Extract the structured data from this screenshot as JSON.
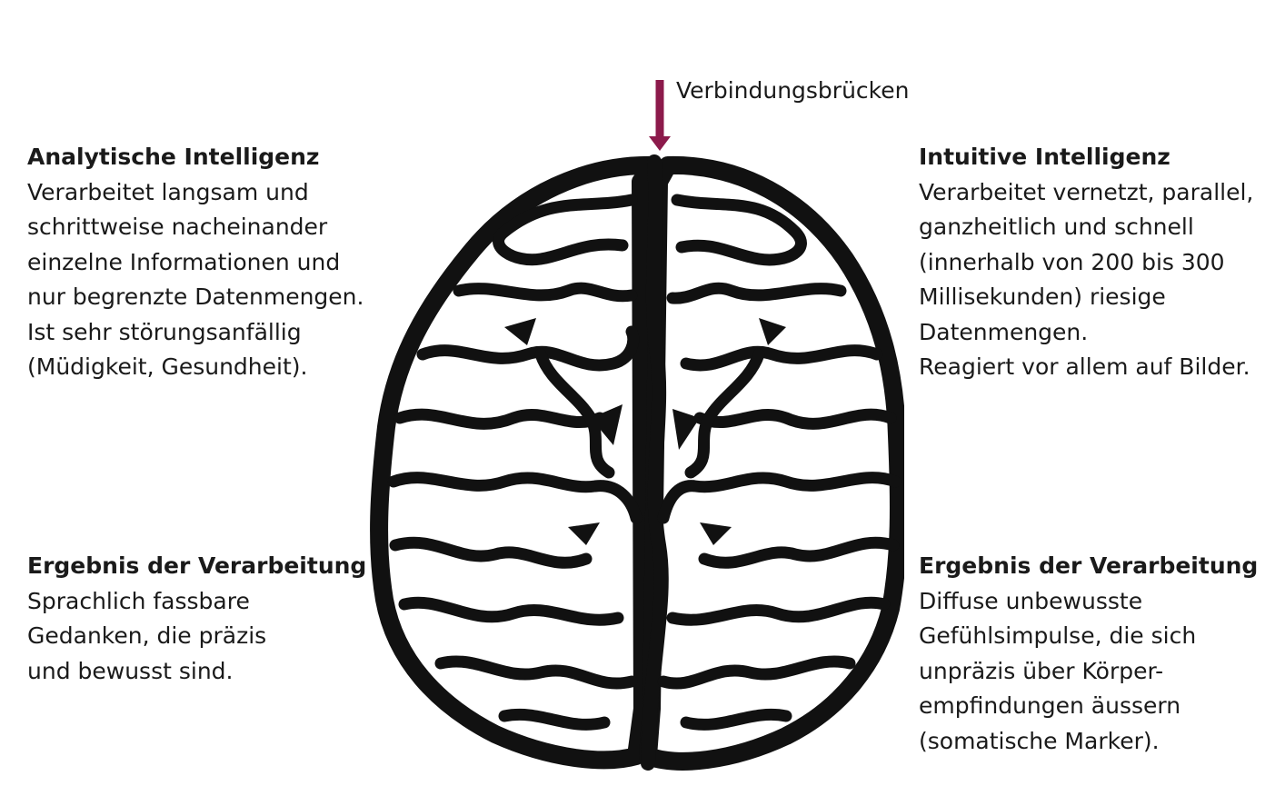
{
  "connector": {
    "label": "Verbindungsbrücken",
    "arrow_color": "#8c1a4b"
  },
  "left": {
    "top": {
      "title": "Analytische Intelligenz",
      "lines": [
        "Verarbeitet langsam und",
        "schrittweise nacheinander",
        "einzelne Informationen und",
        "nur begrenzte Datenmengen.",
        "Ist sehr störungsanfällig",
        "(Müdigkeit, Gesundheit)."
      ]
    },
    "bottom": {
      "title": "Ergebnis der Verarbeitung",
      "lines": [
        "Sprachlich fassbare",
        "Gedanken, die präzis",
        "und bewusst sind."
      ]
    }
  },
  "right": {
    "top": {
      "title": "Intuitive Intelligenz",
      "lines": [
        "Verarbeitet vernetzt, parallel,",
        "ganzheitlich und schnell",
        "(innerhalb von 200 bis 300",
        "Millisekunden) riesige",
        "Datenmengen.",
        "Reagiert vor allem auf Bilder."
      ]
    },
    "bottom": {
      "title": "Ergebnis der Verarbeitung",
      "lines": [
        "Diffuse unbewusste",
        "Gefühlsimpulse, die sich",
        "unpräzis über Körper-",
        "empfindungen äussern",
        "(somatische Marker)."
      ]
    }
  }
}
